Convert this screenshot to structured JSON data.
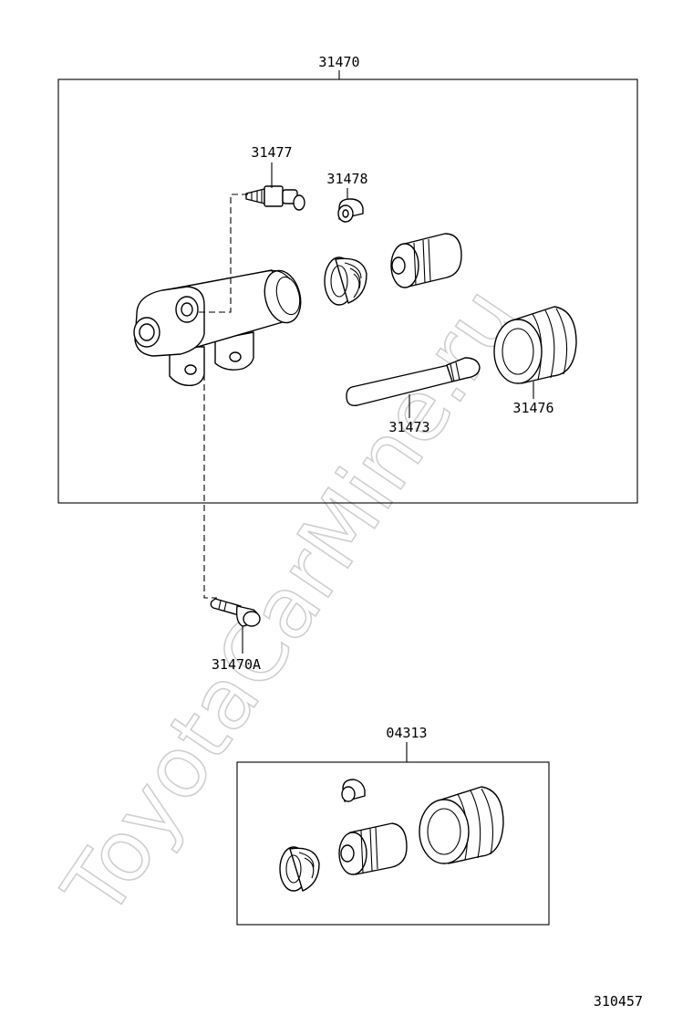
{
  "watermark": "ToyotaCarMine.ru",
  "diagram_id": "310457",
  "assembly": {
    "label": "31470",
    "parts": {
      "bleeder_plug": "31477",
      "bleeder_cap": "31478",
      "push_rod": "31473",
      "boot": "31476"
    }
  },
  "bolt": {
    "label": "31470A"
  },
  "kit": {
    "label": "04313"
  }
}
